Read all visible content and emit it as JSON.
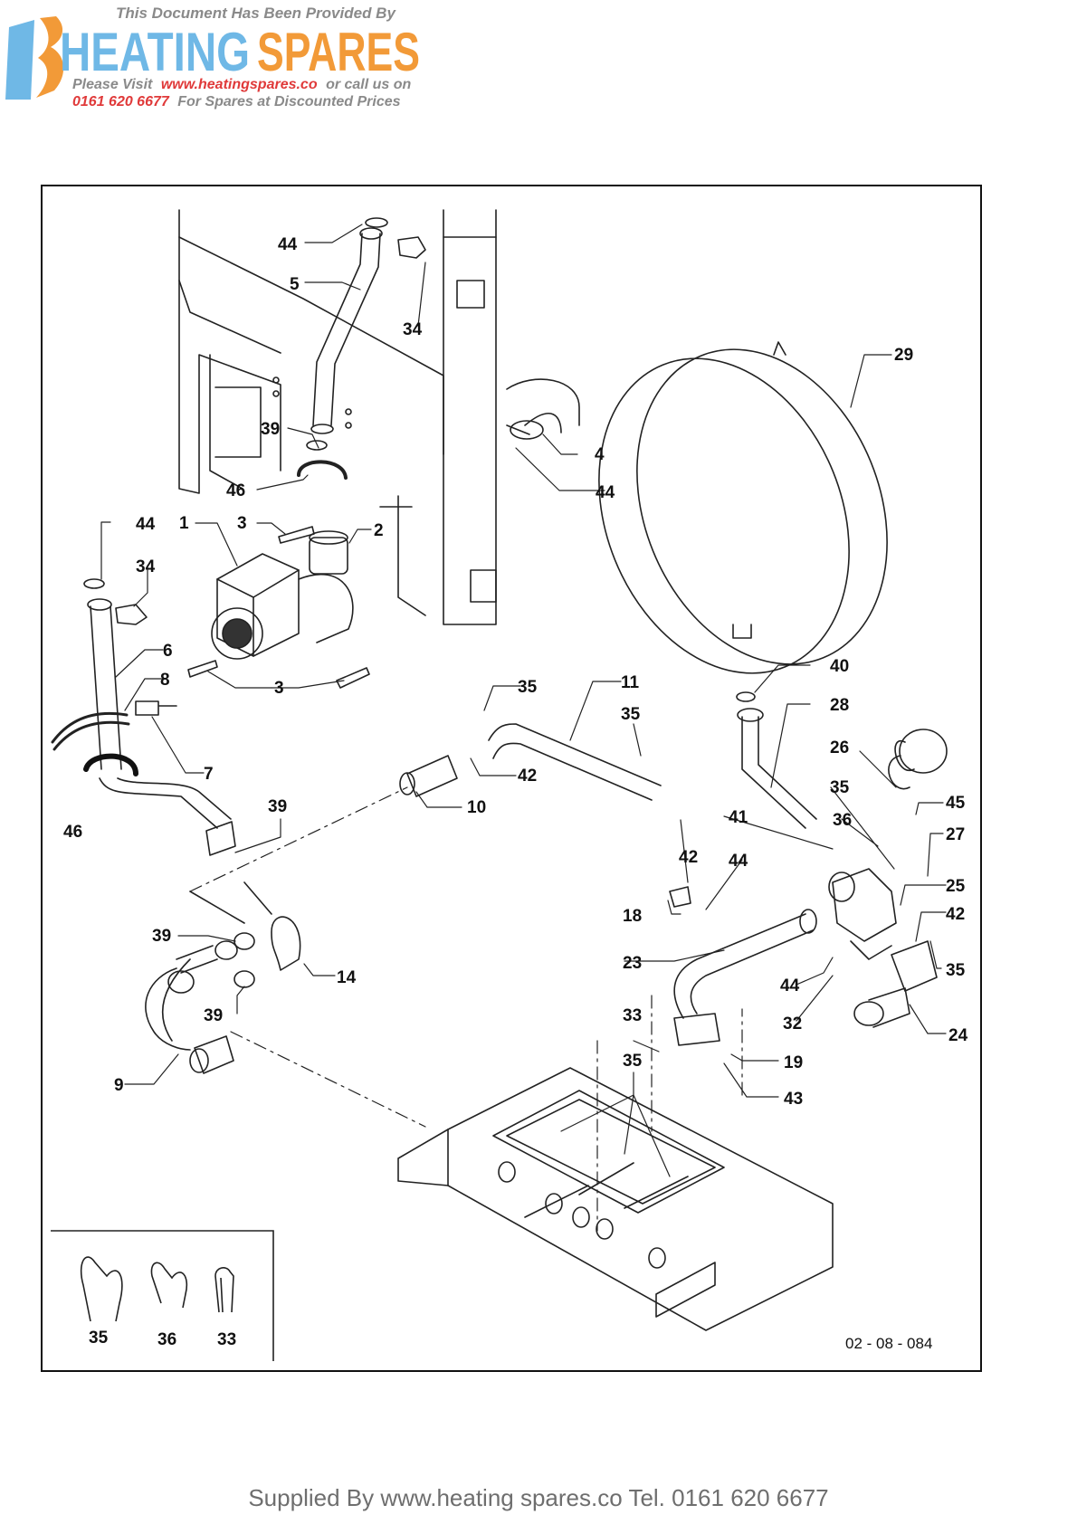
{
  "header": {
    "line1": "This Document Has Been Provided By",
    "brand_word1": "HEATING",
    "brand_word2": "SPARES",
    "visit_prefix": "Please Visit",
    "visit_url": "www.heatingspares.co",
    "visit_suffix": "or call us on",
    "phone": "0161 620 6677",
    "phone_suffix": "For Spares at Discounted Prices",
    "colors": {
      "blue": "#6fb8e6",
      "orange": "#f29a38",
      "grey": "#8a8a8a",
      "red": "#e03a3a"
    }
  },
  "diagram": {
    "reference": "02 - 08 - 084",
    "callouts": [
      {
        "label": "44"
      },
      {
        "label": "5"
      },
      {
        "label": "34"
      },
      {
        "label": "29"
      },
      {
        "label": "39"
      },
      {
        "label": "4"
      },
      {
        "label": "46"
      },
      {
        "label": "44"
      },
      {
        "label": "44"
      },
      {
        "label": "1"
      },
      {
        "label": "3"
      },
      {
        "label": "2"
      },
      {
        "label": "34"
      },
      {
        "label": "6"
      },
      {
        "label": "8"
      },
      {
        "label": "3"
      },
      {
        "label": "7"
      },
      {
        "label": "35"
      },
      {
        "label": "11"
      },
      {
        "label": "35"
      },
      {
        "label": "40"
      },
      {
        "label": "28"
      },
      {
        "label": "42"
      },
      {
        "label": "26"
      },
      {
        "label": "10"
      },
      {
        "label": "46"
      },
      {
        "label": "39"
      },
      {
        "label": "35"
      },
      {
        "label": "45"
      },
      {
        "label": "36"
      },
      {
        "label": "41"
      },
      {
        "label": "42"
      },
      {
        "label": "27"
      },
      {
        "label": "44"
      },
      {
        "label": "25"
      },
      {
        "label": "18"
      },
      {
        "label": "42"
      },
      {
        "label": "39"
      },
      {
        "label": "23"
      },
      {
        "label": "14"
      },
      {
        "label": "35"
      },
      {
        "label": "44"
      },
      {
        "label": "39"
      },
      {
        "label": "32"
      },
      {
        "label": "33"
      },
      {
        "label": "24"
      },
      {
        "label": "35"
      },
      {
        "label": "19"
      },
      {
        "label": "9"
      },
      {
        "label": "43"
      }
    ],
    "legend": [
      {
        "label": "35"
      },
      {
        "label": "36"
      },
      {
        "label": "33"
      }
    ]
  },
  "footer": {
    "text": "Supplied By www.heating spares.co  Tel. 0161 620 6677"
  }
}
